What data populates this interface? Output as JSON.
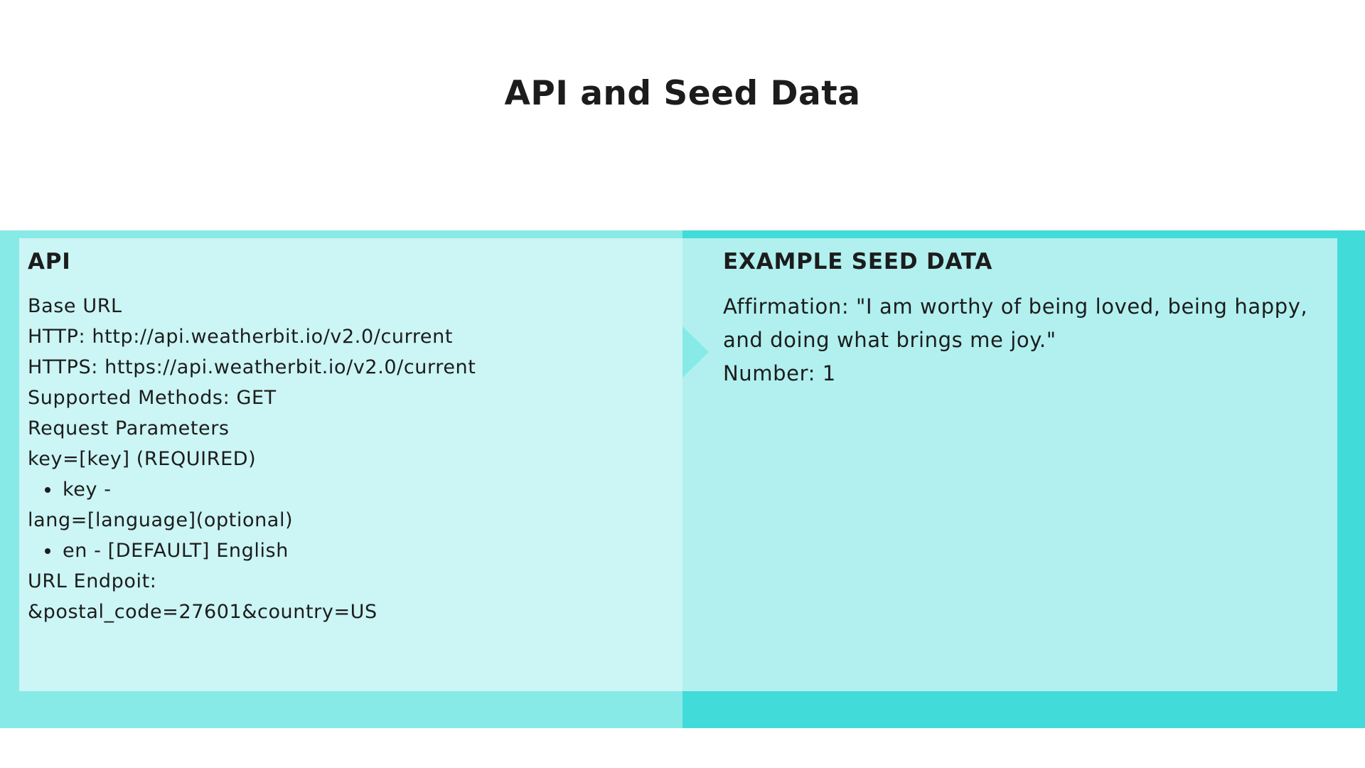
{
  "slide": {
    "title": "API and Seed Data",
    "colors": {
      "band_left": "#88eae7",
      "band_right": "#41dbd9",
      "panel_left": "#ccf5f5",
      "panel_right": "#b1f0ef",
      "text": "#1c1c1c"
    }
  },
  "api": {
    "heading": "API",
    "lines": {
      "base_url": "Base URL",
      "http": "HTTP: http://api.weatherbit.io/v2.0/current",
      "https": "HTTPS: https://api.weatherbit.io/v2.0/current",
      "methods": "Supported Methods: GET",
      "params": "Request Parameters",
      "key_param": "key=[key] (REQUIRED)",
      "key_bullet": "key -",
      "lang_param": "lang=[language](optional)",
      "lang_bullet": "en - [DEFAULT] English",
      "endpoint_label": "URL Endpoit:",
      "endpoint_value": "&postal_code=27601&country=US"
    }
  },
  "seed": {
    "heading": "EXAMPLE SEED DATA",
    "affirmation": "Affirmation: \"I am worthy of being loved, being happy, and doing what brings me joy.\"",
    "number": "Number: 1"
  }
}
